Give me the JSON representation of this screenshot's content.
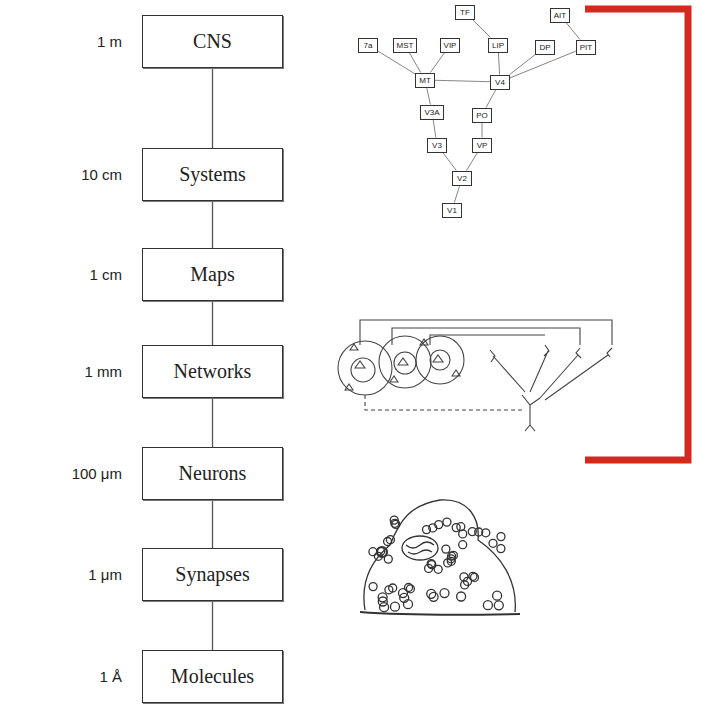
{
  "diagram": {
    "nodes": [
      {
        "text": [
          "CNS"
        ]
      },
      {
        "text": [
          "Systems"
        ]
      },
      {
        "text": [
          "Maps"
        ]
      },
      {
        "text": [
          "Networks"
        ]
      },
      {
        "text": [
          "Neurons"
        ]
      },
      {
        "text": [
          "Synapses"
        ]
      },
      {
        "text": [
          "Molecules"
        ]
      },
      {
        "text": [
          "TF"
        ]
      },
      {
        "text": [
          "AIT"
        ]
      },
      {
        "text": [
          "7a"
        ]
      },
      {
        "text": [
          "MST"
        ]
      },
      {
        "text": [
          "VIP"
        ]
      },
      {
        "text": [
          "LIP"
        ]
      },
      {
        "text": [
          "DP"
        ]
      },
      {
        "text": [
          "PIT"
        ]
      },
      {
        "text": [
          "MT"
        ]
      },
      {
        "text": [
          "V4"
        ]
      },
      {
        "text": [
          "V3A"
        ]
      },
      {
        "text": [
          "PO"
        ]
      },
      {
        "text": [
          "V3"
        ]
      },
      {
        "text": [
          "VP"
        ]
      },
      {
        "text": [
          "V2"
        ]
      },
      {
        "text": [
          "V1"
        ]
      }
    ],
    "edges": [
      {
        "from": 0,
        "to": 1,
        "arrow": "none"
      },
      {
        "from": 1,
        "to": 2,
        "arrow": "none"
      },
      {
        "from": 2,
        "to": 3,
        "arrow": "none"
      },
      {
        "from": 3,
        "to": 4,
        "arrow": "none"
      },
      {
        "from": 4,
        "to": 5,
        "arrow": "none"
      },
      {
        "from": 5,
        "to": 6,
        "arrow": "none"
      },
      {
        "from": 22,
        "to": 21,
        "arrow": "none"
      },
      {
        "from": 21,
        "to": 19,
        "arrow": "none"
      },
      {
        "from": 21,
        "to": 20,
        "arrow": "none"
      },
      {
        "from": 19,
        "to": 17,
        "arrow": "none"
      },
      {
        "from": 20,
        "to": 18,
        "arrow": "none"
      },
      {
        "from": 17,
        "to": 15,
        "arrow": "none"
      },
      {
        "from": 18,
        "to": 16,
        "arrow": "none"
      },
      {
        "from": 15,
        "to": 16,
        "arrow": "none"
      },
      {
        "from": 15,
        "to": 9,
        "arrow": "none"
      },
      {
        "from": 15,
        "to": 10,
        "arrow": "none"
      },
      {
        "from": 15,
        "to": 11,
        "arrow": "none"
      },
      {
        "from": 16,
        "to": 12,
        "arrow": "none"
      },
      {
        "from": 16,
        "to": 13,
        "arrow": "none"
      },
      {
        "from": 16,
        "to": 14,
        "arrow": "none"
      },
      {
        "from": 12,
        "to": 7,
        "arrow": "none"
      },
      {
        "from": 14,
        "to": 8,
        "arrow": "none"
      }
    ],
    "labels": [
      "1 m",
      "10 cm",
      "1 cm",
      "1 mm",
      "100 μm",
      "1 μm",
      "1 Å"
    ]
  }
}
